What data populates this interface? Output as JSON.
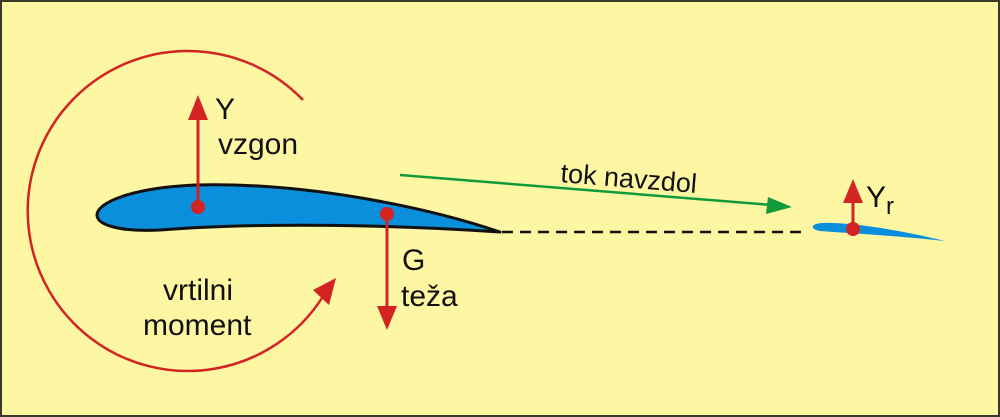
{
  "colors": {
    "background": "#fdf6a3",
    "force": "#d42323",
    "airfoil": "#0a8fdc",
    "flow": "#119a3a",
    "outline": "#111111"
  },
  "labels": {
    "lift_symbol": "Y",
    "lift_name": "vzgon",
    "weight_symbol": "G",
    "weight_name": "teža",
    "moment_line1": "vrtilni",
    "moment_line2": "moment",
    "downwash": "tok navzdol",
    "tail_lift_symbol": "Y",
    "tail_lift_subscript": "r"
  }
}
